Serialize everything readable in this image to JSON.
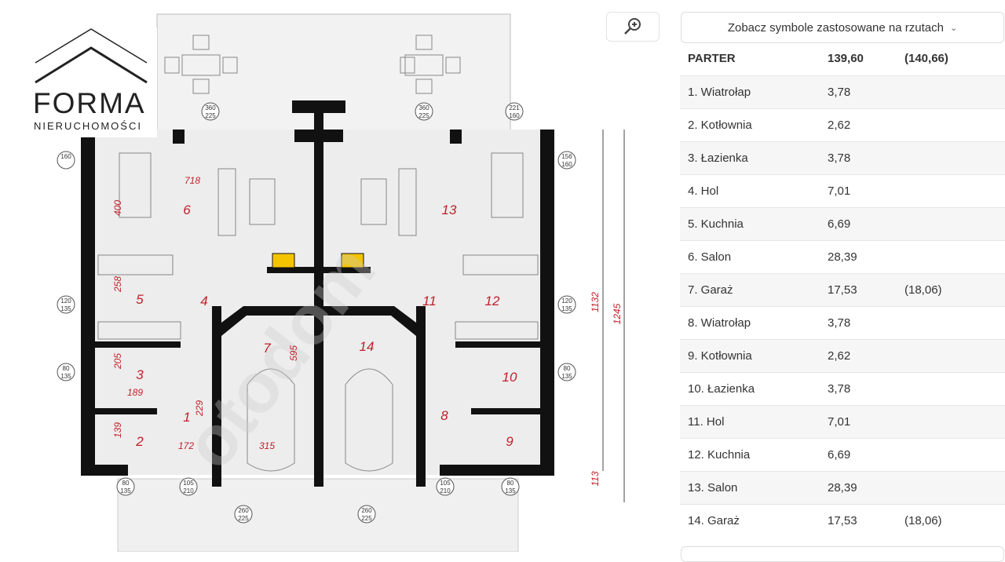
{
  "logo": {
    "title": "FORMA",
    "subtitle": "NIERUCHOMOŚCI"
  },
  "watermark": "otodom",
  "plan": {
    "rooms": [
      "1",
      "2",
      "3",
      "4",
      "5",
      "6",
      "7",
      "8",
      "9",
      "10",
      "11",
      "12",
      "13",
      "14"
    ],
    "dims": [
      "718",
      "400",
      "258",
      "205",
      "189",
      "229",
      "139",
      "172",
      "315",
      "595",
      "1132",
      "1245",
      "113"
    ],
    "windows": [
      [
        "360",
        "225"
      ],
      [
        "360",
        "225"
      ],
      [
        "221",
        "160"
      ],
      [
        "156",
        "160"
      ],
      [
        "160",
        ""
      ],
      [
        "120",
        "135"
      ],
      [
        "120",
        "135"
      ],
      [
        "80",
        "135"
      ],
      [
        "80",
        "135"
      ],
      [
        "80",
        "135"
      ],
      [
        "80",
        "135"
      ],
      [
        "105",
        "210"
      ],
      [
        "105",
        "210"
      ],
      [
        "260",
        "225"
      ],
      [
        "260",
        "225"
      ]
    ]
  },
  "panel": {
    "symbols_button": "Zobacz symbole zastosowane na rzutach",
    "header": {
      "name": "PARTER",
      "area": "139,60",
      "area2": "(140,66)"
    },
    "rows": [
      {
        "name": "1. Wiatrołap",
        "area": "3,78",
        "area2": ""
      },
      {
        "name": "2. Kotłownia",
        "area": "2,62",
        "area2": ""
      },
      {
        "name": "3. Łazienka",
        "area": "3,78",
        "area2": ""
      },
      {
        "name": "4. Hol",
        "area": "7,01",
        "area2": ""
      },
      {
        "name": "5. Kuchnia",
        "area": "6,69",
        "area2": ""
      },
      {
        "name": "6. Salon",
        "area": "28,39",
        "area2": ""
      },
      {
        "name": "7. Garaż",
        "area": "17,53",
        "area2": "(18,06)"
      },
      {
        "name": "8. Wiatrołap",
        "area": "3,78",
        "area2": ""
      },
      {
        "name": "9. Kotłownia",
        "area": "2,62",
        "area2": ""
      },
      {
        "name": "10. Łazienka",
        "area": "3,78",
        "area2": ""
      },
      {
        "name": "11. Hol",
        "area": "7,01",
        "area2": ""
      },
      {
        "name": "12. Kuchnia",
        "area": "6,69",
        "area2": ""
      },
      {
        "name": "13. Salon",
        "area": "28,39",
        "area2": ""
      },
      {
        "name": "14. Garaż",
        "area": "17,53",
        "area2": "(18,06)"
      }
    ]
  }
}
